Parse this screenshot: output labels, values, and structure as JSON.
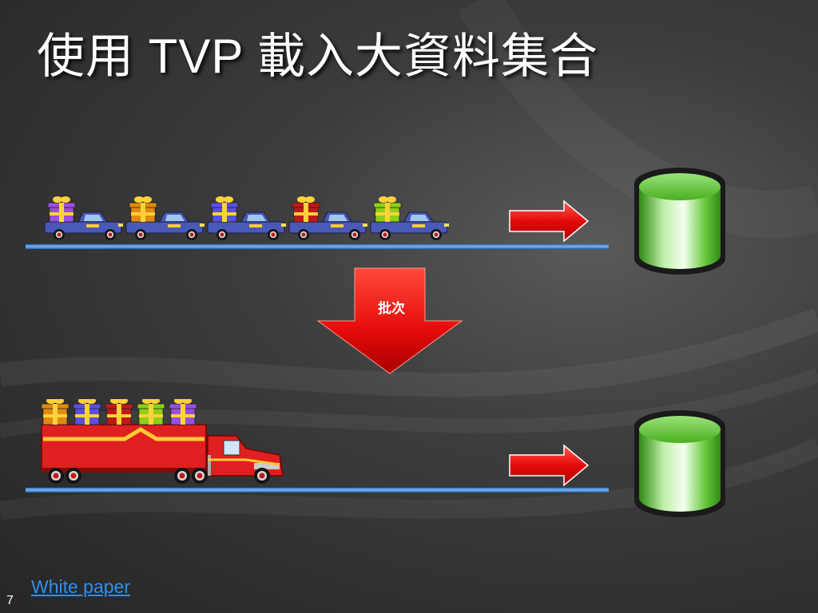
{
  "slide": {
    "title": "使用 TVP 載入大資料集合",
    "batch_label": "批次",
    "link_text": "White paper",
    "page_number": "7"
  },
  "icons": {
    "car": "pickup-car-icon",
    "gift": "gift-box-icon",
    "truck": "semi-truck-icon",
    "arrow": "red-arrow-icon",
    "database": "database-cylinder-icon"
  },
  "colors": {
    "track_blue": "#2f74c9",
    "arrow_red": "#e40a0a",
    "db_green": "#55c12e",
    "truck_red": "#e02020",
    "link_blue": "#2d8ff0"
  },
  "gift_colors": [
    "#9a4fe0",
    "#e08a10",
    "#5a4fe0",
    "#c01818",
    "#8ed016"
  ]
}
